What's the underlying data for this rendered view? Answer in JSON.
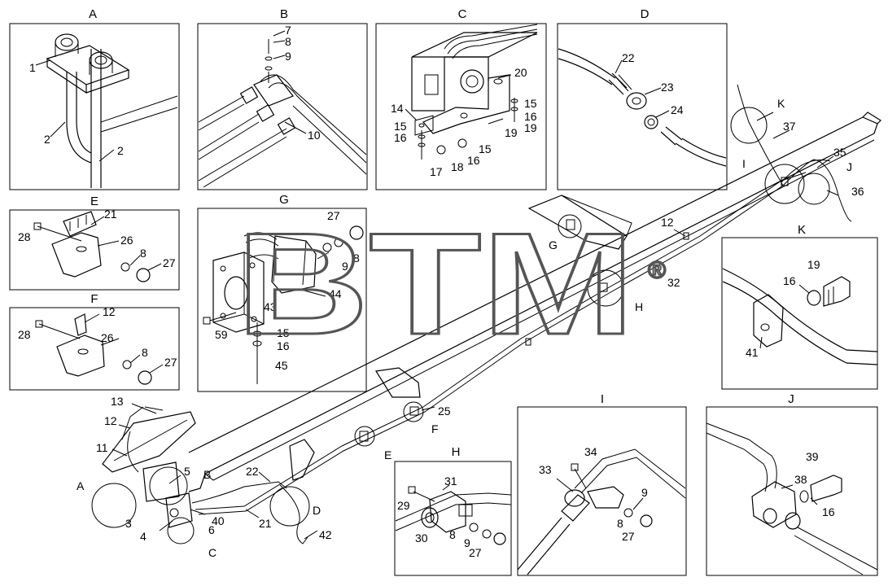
{
  "watermark": {
    "text": "BTM",
    "mark": "®"
  },
  "panels": {
    "A": {
      "title": "A",
      "labels": [
        "1",
        "2",
        "2"
      ]
    },
    "B": {
      "title": "B",
      "labels": [
        "7",
        "8",
        "9",
        "10"
      ]
    },
    "C": {
      "title": "C",
      "labels": [
        "20",
        "14",
        "15",
        "16",
        "19",
        "15",
        "16",
        "19",
        "15",
        "16",
        "18",
        "17"
      ]
    },
    "D": {
      "title": "D",
      "labels": [
        "22",
        "23",
        "24"
      ]
    },
    "E": {
      "title": "E",
      "labels": [
        "21",
        "28",
        "26",
        "8",
        "27"
      ]
    },
    "F": {
      "title": "F",
      "labels": [
        "12",
        "28",
        "26",
        "8",
        "27"
      ]
    },
    "G": {
      "title": "G",
      "labels": [
        "27",
        "8",
        "9",
        "44",
        "43",
        "59",
        "15",
        "16",
        "45"
      ]
    },
    "K": {
      "title": "K",
      "labels": [
        "19",
        "16",
        "41"
      ]
    },
    "H": {
      "title": "H",
      "labels": [
        "31",
        "29",
        "30",
        "8",
        "9",
        "27"
      ]
    },
    "I": {
      "title": "I",
      "labels": [
        "34",
        "33",
        "9",
        "8",
        "27"
      ]
    },
    "J": {
      "title": "J",
      "labels": [
        "39",
        "38",
        "16"
      ]
    }
  },
  "main_labels": {
    "K": "K",
    "37": "37",
    "35": "35",
    "I": "I",
    "J": "J",
    "36": "36",
    "12a": "12",
    "G": "G",
    "32": "32",
    "H": "H",
    "25": "25",
    "F": "F",
    "E": "E",
    "13": "13",
    "12b": "12",
    "11": "11",
    "5": "5",
    "B": "B",
    "A": "A",
    "3": "3",
    "40": "40",
    "6": "6",
    "4": "4",
    "C": "C",
    "22": "22",
    "21": "21",
    "D": "D",
    "42": "42"
  }
}
